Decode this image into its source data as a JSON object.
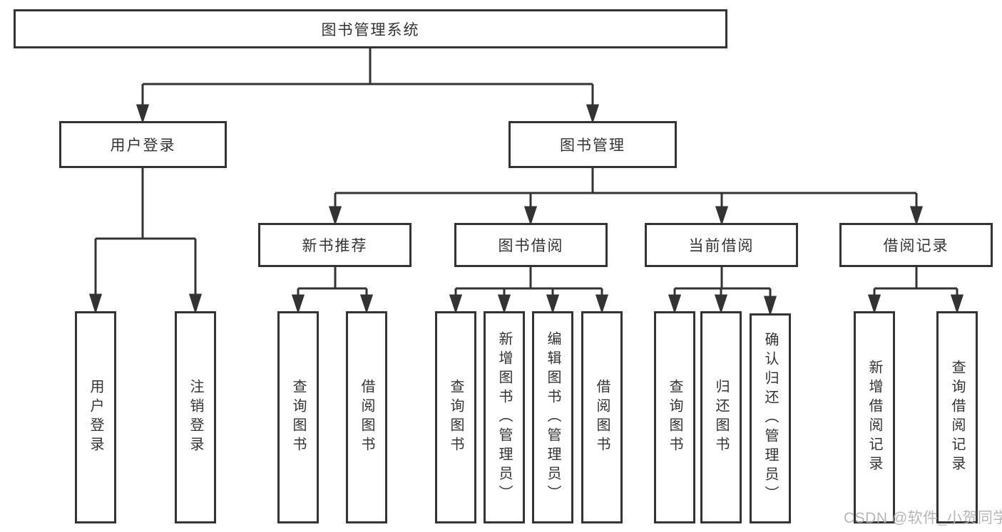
{
  "diagram": {
    "type": "hierarchy",
    "colors": {
      "line": "#333333",
      "box_border": "#333333",
      "text": "#333333",
      "background": "#ffffff",
      "watermark": "#b0b0b0"
    }
  },
  "tree": {
    "label": "图书管理系统",
    "children": [
      {
        "label": "用户登录",
        "children": [
          {
            "label": "用户登录"
          },
          {
            "label": "注销登录"
          }
        ]
      },
      {
        "label": "图书管理",
        "children": [
          {
            "label": "新书推荐",
            "children": [
              {
                "label": "查询图书"
              },
              {
                "label": "借阅图书"
              }
            ]
          },
          {
            "label": "图书借阅",
            "children": [
              {
                "label": "查询图书"
              },
              {
                "label": "新增图书（管理员）"
              },
              {
                "label": "编辑图书（管理员）"
              },
              {
                "label": "借阅图书"
              }
            ]
          },
          {
            "label": "当前借阅",
            "children": [
              {
                "label": "查询图书"
              },
              {
                "label": "归还图书"
              },
              {
                "label": "确认归还（管理员）"
              }
            ]
          },
          {
            "label": "借阅记录",
            "children": [
              {
                "label": "新增借阅记录"
              },
              {
                "label": "查询借阅记录"
              }
            ]
          }
        ]
      }
    ]
  },
  "watermark": {
    "text": "CSDN @软件_小贺同学"
  }
}
